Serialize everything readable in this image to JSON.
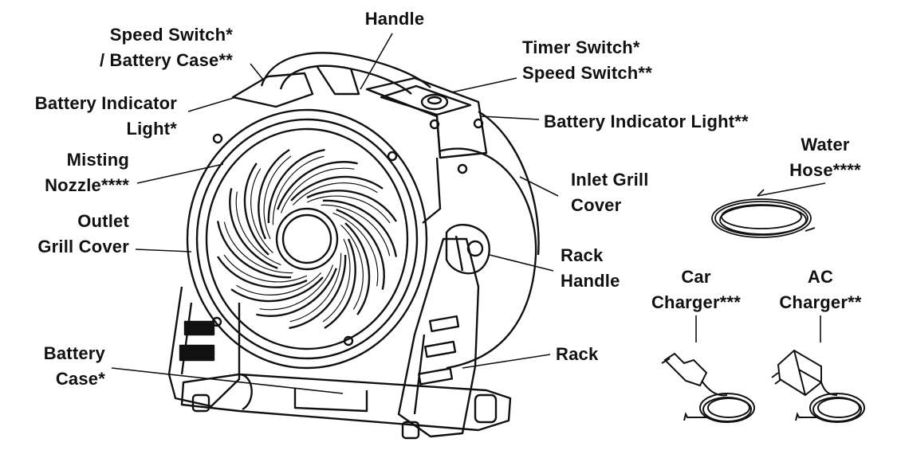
{
  "labels": {
    "handle": "Handle",
    "speed_switch_battery_case": [
      "Speed Switch*",
      "/ Battery Case**"
    ],
    "timer_speed_switch": [
      "Timer Switch*",
      "Speed Switch**"
    ],
    "battery_indicator_light_left": [
      "Battery Indicator",
      "Light*"
    ],
    "battery_indicator_light_right": "Battery Indicator Light**",
    "water_hose": [
      "Water",
      "Hose****"
    ],
    "misting_nozzle": [
      "Misting",
      "Nozzle****"
    ],
    "inlet_grill_cover": [
      "Inlet Grill",
      "Cover"
    ],
    "outlet_grill_cover": [
      "Outlet",
      "Grill Cover"
    ],
    "rack_handle": [
      "Rack",
      "Handle"
    ],
    "car_charger": [
      "Car",
      "Charger***"
    ],
    "ac_charger": [
      "AC",
      "Charger**"
    ],
    "rack": "Rack",
    "battery_case": [
      "Battery",
      "Case*"
    ]
  }
}
